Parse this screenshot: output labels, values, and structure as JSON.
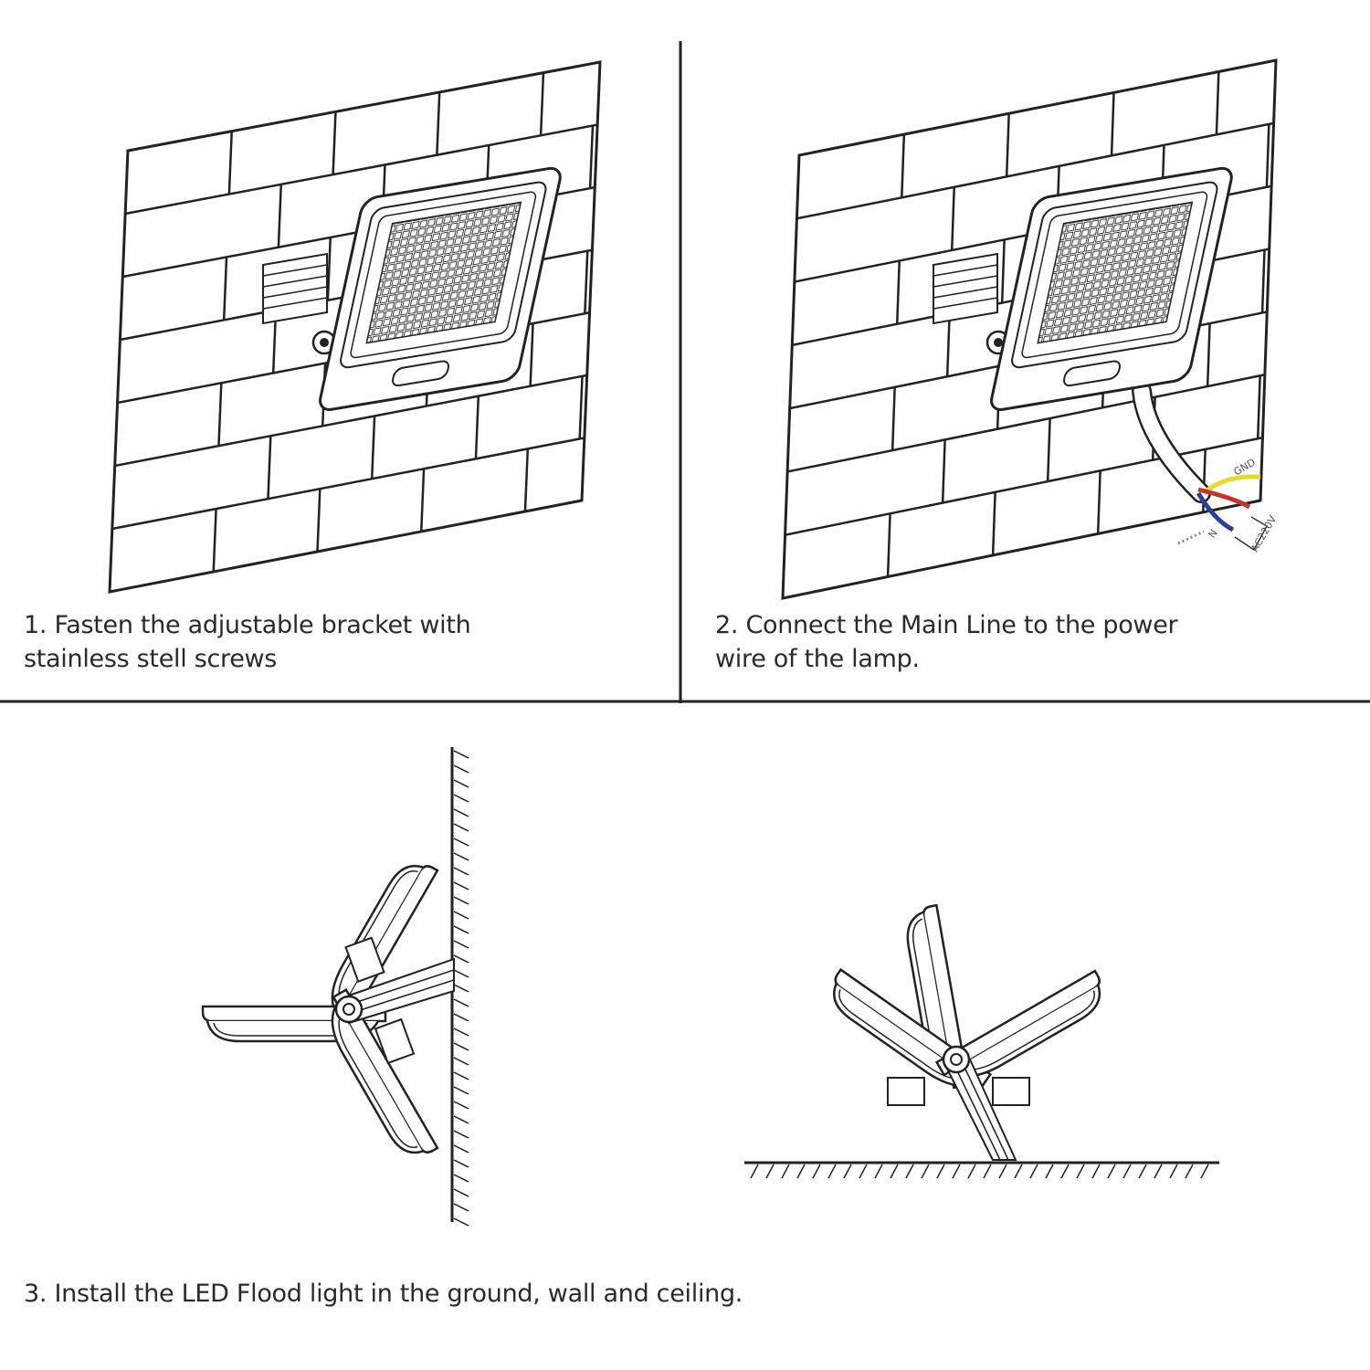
{
  "steps": [
    {
      "number": "1.",
      "text_line1": "Fasten the adjustable bracket with",
      "text_line2": "stainless stell screws"
    },
    {
      "number": "2.",
      "text_line1": "Connect the Main Line to the power",
      "text_line2": "wire of the lamp."
    },
    {
      "number": "3.",
      "text_line1": "Install the LED Flood light in the ground, wall and ceiling."
    }
  ],
  "wire_labels": {
    "ground": "GND",
    "neutral": "N",
    "supply": "AC220V"
  },
  "wire_colors": {
    "ground": "#e8d832",
    "live": "#c0362c",
    "neutral": "#2a3f9a"
  }
}
